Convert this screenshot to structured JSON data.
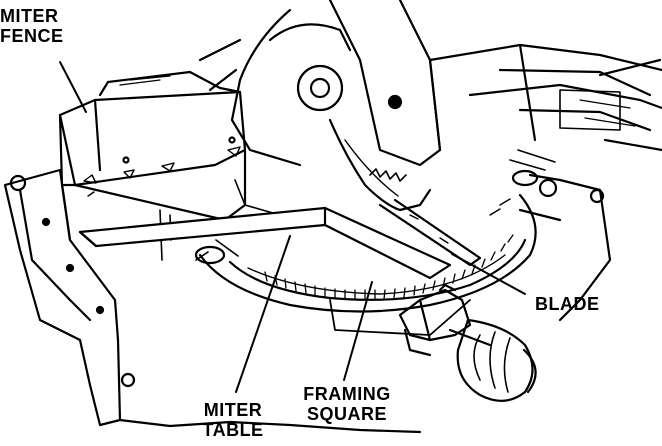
{
  "labels": {
    "miter_fence": [
      "MITER",
      "FENCE"
    ],
    "blade": "BLADE",
    "miter_table": [
      "MITER",
      "TABLE"
    ],
    "framing_square": [
      "FRAMING",
      "SQUARE"
    ]
  },
  "colors": {
    "ink": "#000000",
    "paper": "#ffffff"
  }
}
